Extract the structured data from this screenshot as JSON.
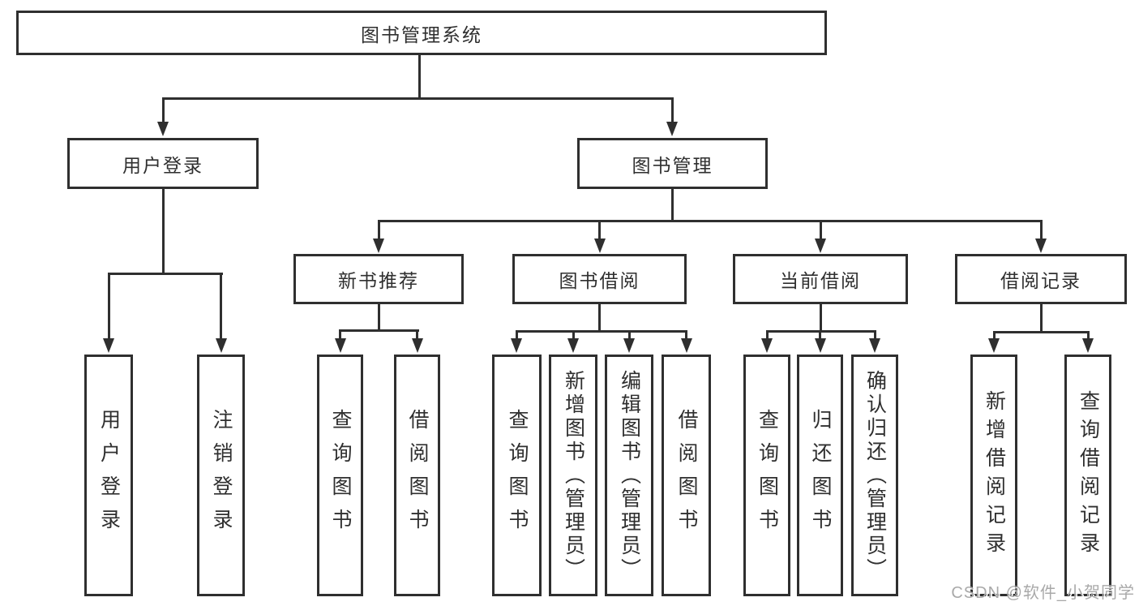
{
  "diagram": {
    "root": {
      "label": "图书管理系统"
    },
    "branches": [
      {
        "label": "用户登录",
        "children": [
          {
            "label": "用户登录"
          },
          {
            "label": "注销登录"
          }
        ]
      },
      {
        "label": "图书管理",
        "children": [
          {
            "label": "新书推荐",
            "children": [
              {
                "label": "查询图书"
              },
              {
                "label": "借阅图书"
              }
            ]
          },
          {
            "label": "图书借阅",
            "children": [
              {
                "label": "查询图书"
              },
              {
                "label": "新增图书（管理员）"
              },
              {
                "label": "编辑图书（管理员）"
              },
              {
                "label": "借阅图书"
              }
            ]
          },
          {
            "label": "当前借阅",
            "children": [
              {
                "label": "查询图书"
              },
              {
                "label": "归还图书"
              },
              {
                "label": "确认归还（管理员）"
              }
            ]
          },
          {
            "label": "借阅记录",
            "children": [
              {
                "label": "新增借阅记录"
              },
              {
                "label": "查询借阅记录"
              }
            ]
          }
        ]
      }
    ]
  },
  "colors": {
    "line": "#2f2f2f",
    "watermark": "#a9a9a9"
  },
  "watermark": {
    "text": "CSDN @软件_小贺同学"
  }
}
